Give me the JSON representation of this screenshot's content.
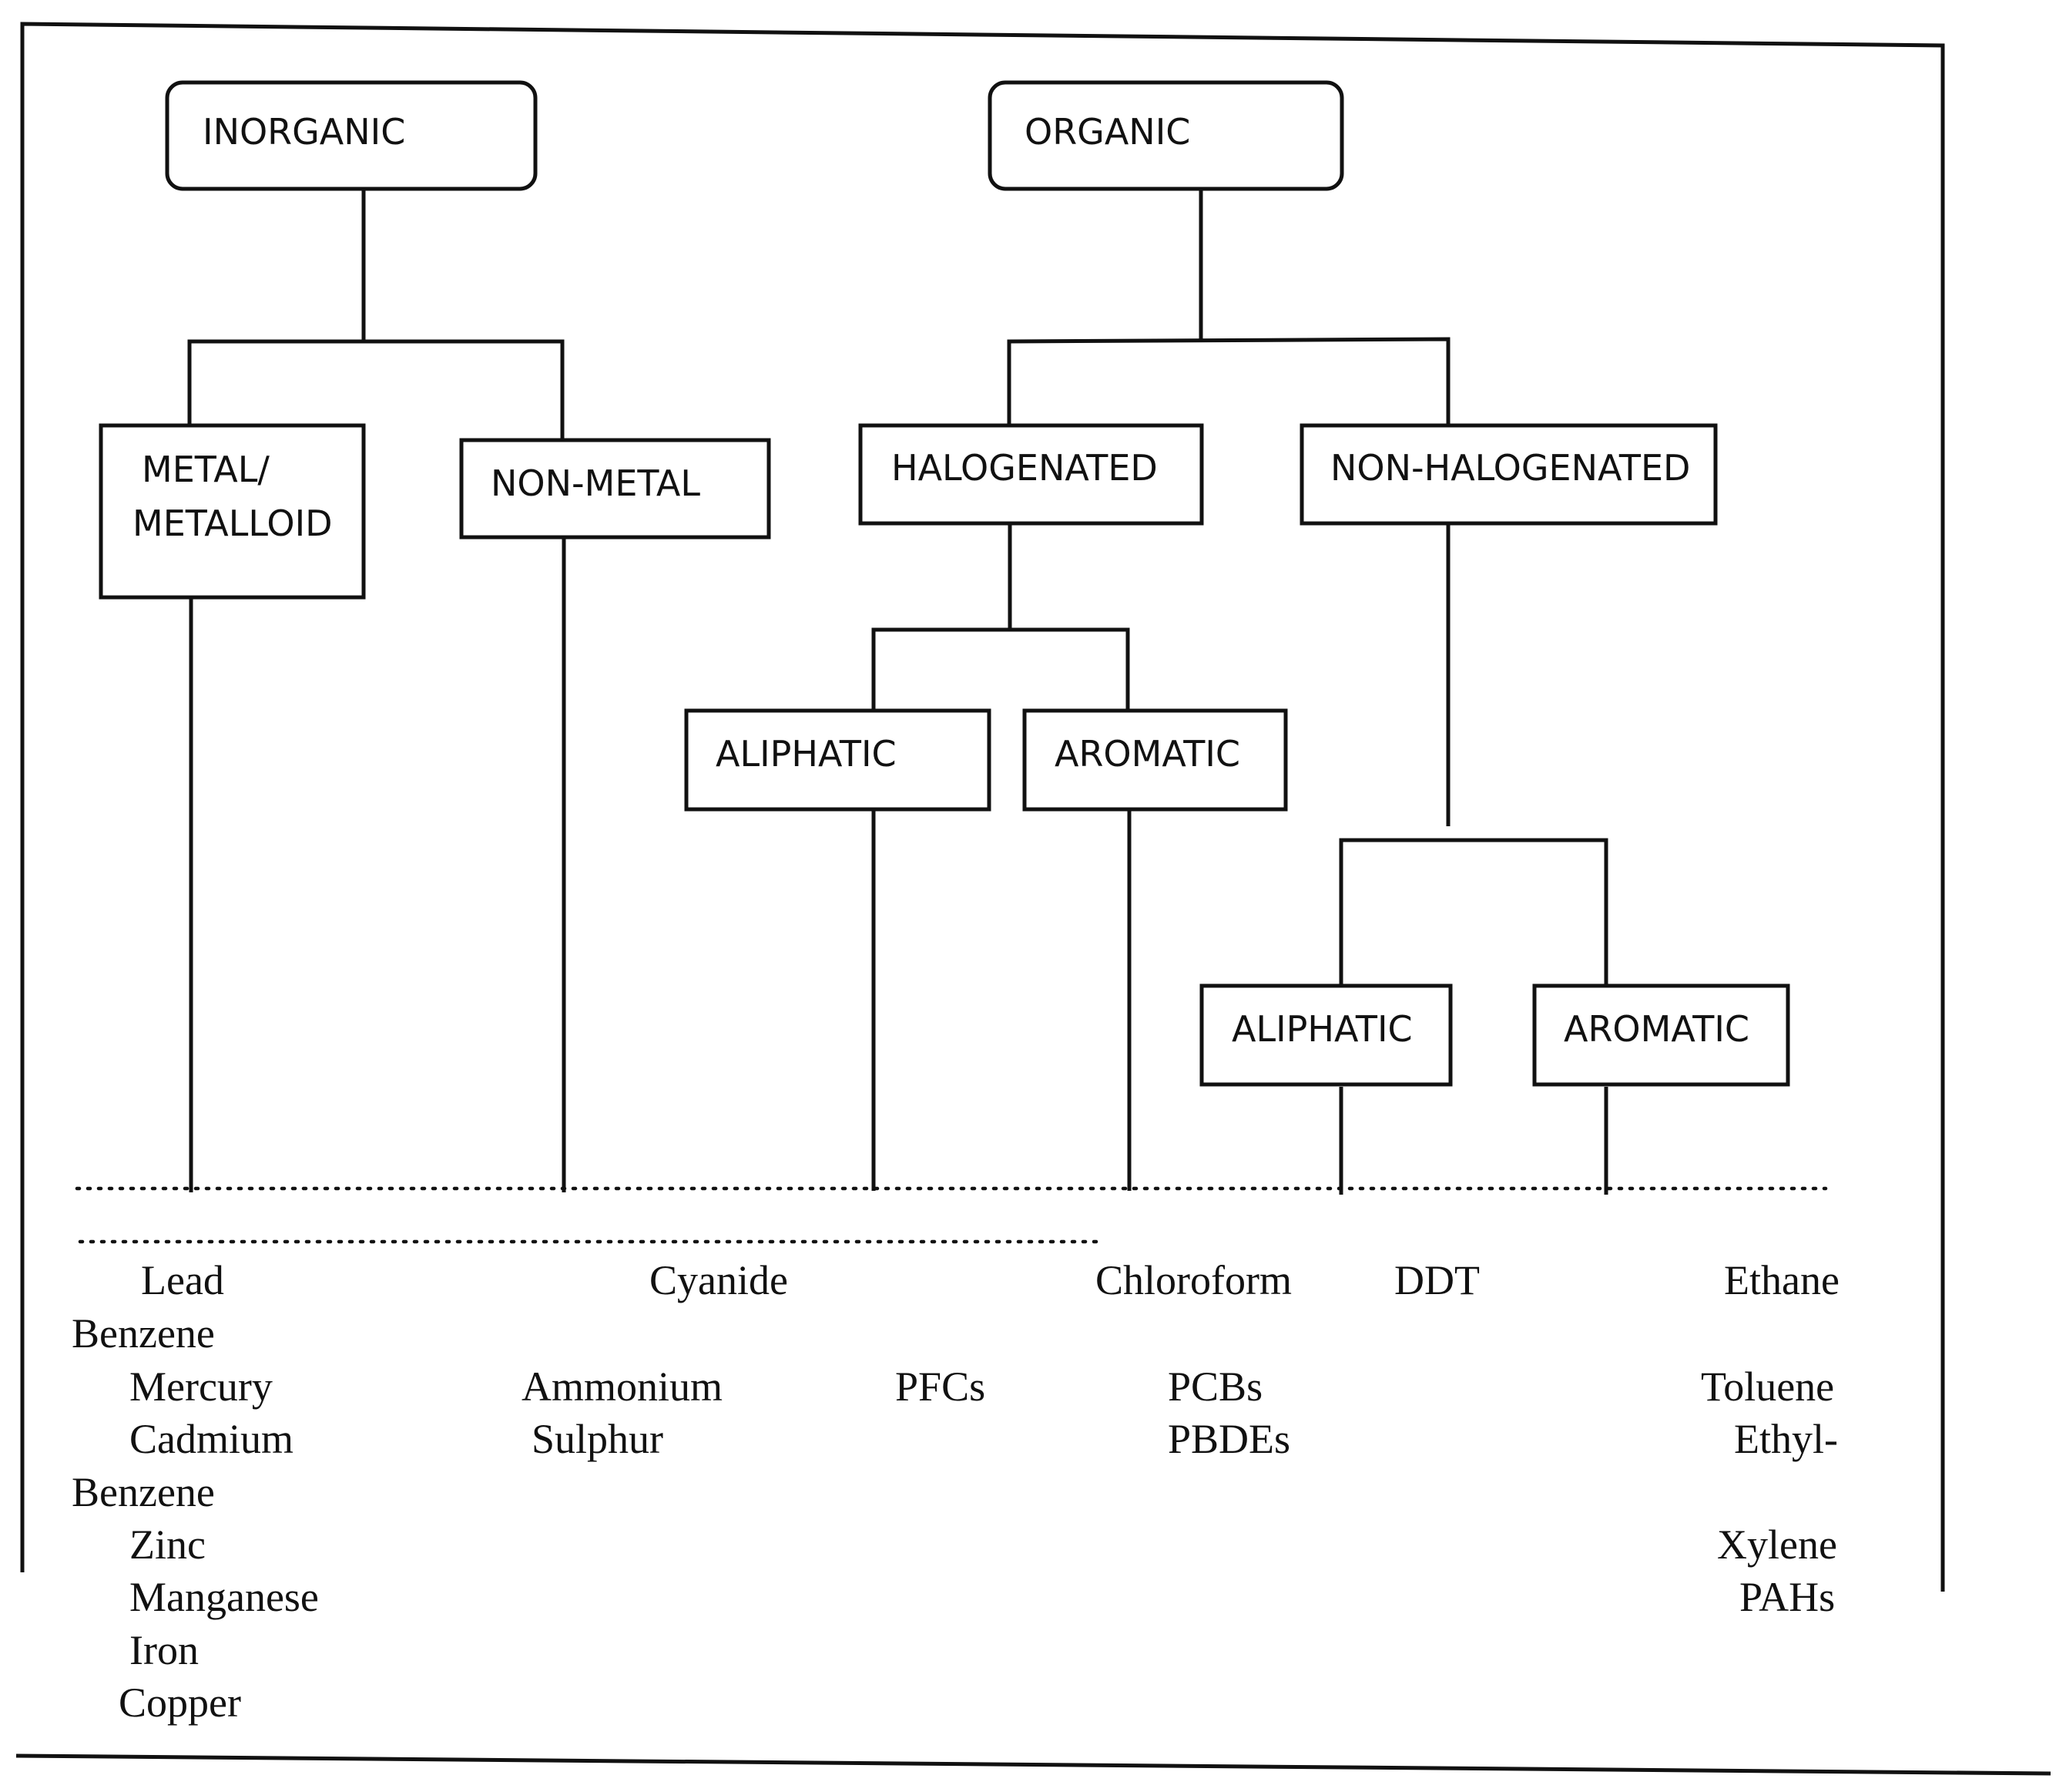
{
  "top_categories": {
    "inorganic": "INORGANIC",
    "organic": "ORGANIC"
  },
  "second_level": {
    "metal_line1": "METAL/",
    "metal_line2": "METALLOID",
    "nonmetal": "NON-METAL",
    "halogenated": "HALOGENATED",
    "non_halogenated": "NON-HALOGENATED"
  },
  "third_level": {
    "halogenated_aliphatic": "ALIPHATIC",
    "halogenated_aromatic": "AROMATIC",
    "non_halogenated_aliphatic": "ALIPHATIC",
    "non_halogenated_aromatic": "AROMATIC"
  },
  "examples": {
    "lead": "Lead",
    "cyanide": "Cyanide",
    "chloroform": "Chloroform",
    "ddt": "DDT",
    "ethane": "Ethane",
    "benzene_1": "Benzene",
    "mercury": "Mercury",
    "ammonium": "Ammonium",
    "pfcs": "PFCs",
    "pcbs": "PCBs",
    "toluene": "Toluene",
    "cadmium": "Cadmium",
    "sulphur": "Sulphur",
    "pbdes": "PBDEs",
    "ethyl": "Ethyl-",
    "benzene_2": "Benzene",
    "zinc": "Zinc",
    "xylene": "Xylene",
    "manganese": "Manganese",
    "pahs": "PAHs",
    "iron": "Iron",
    "copper": "Copper"
  }
}
